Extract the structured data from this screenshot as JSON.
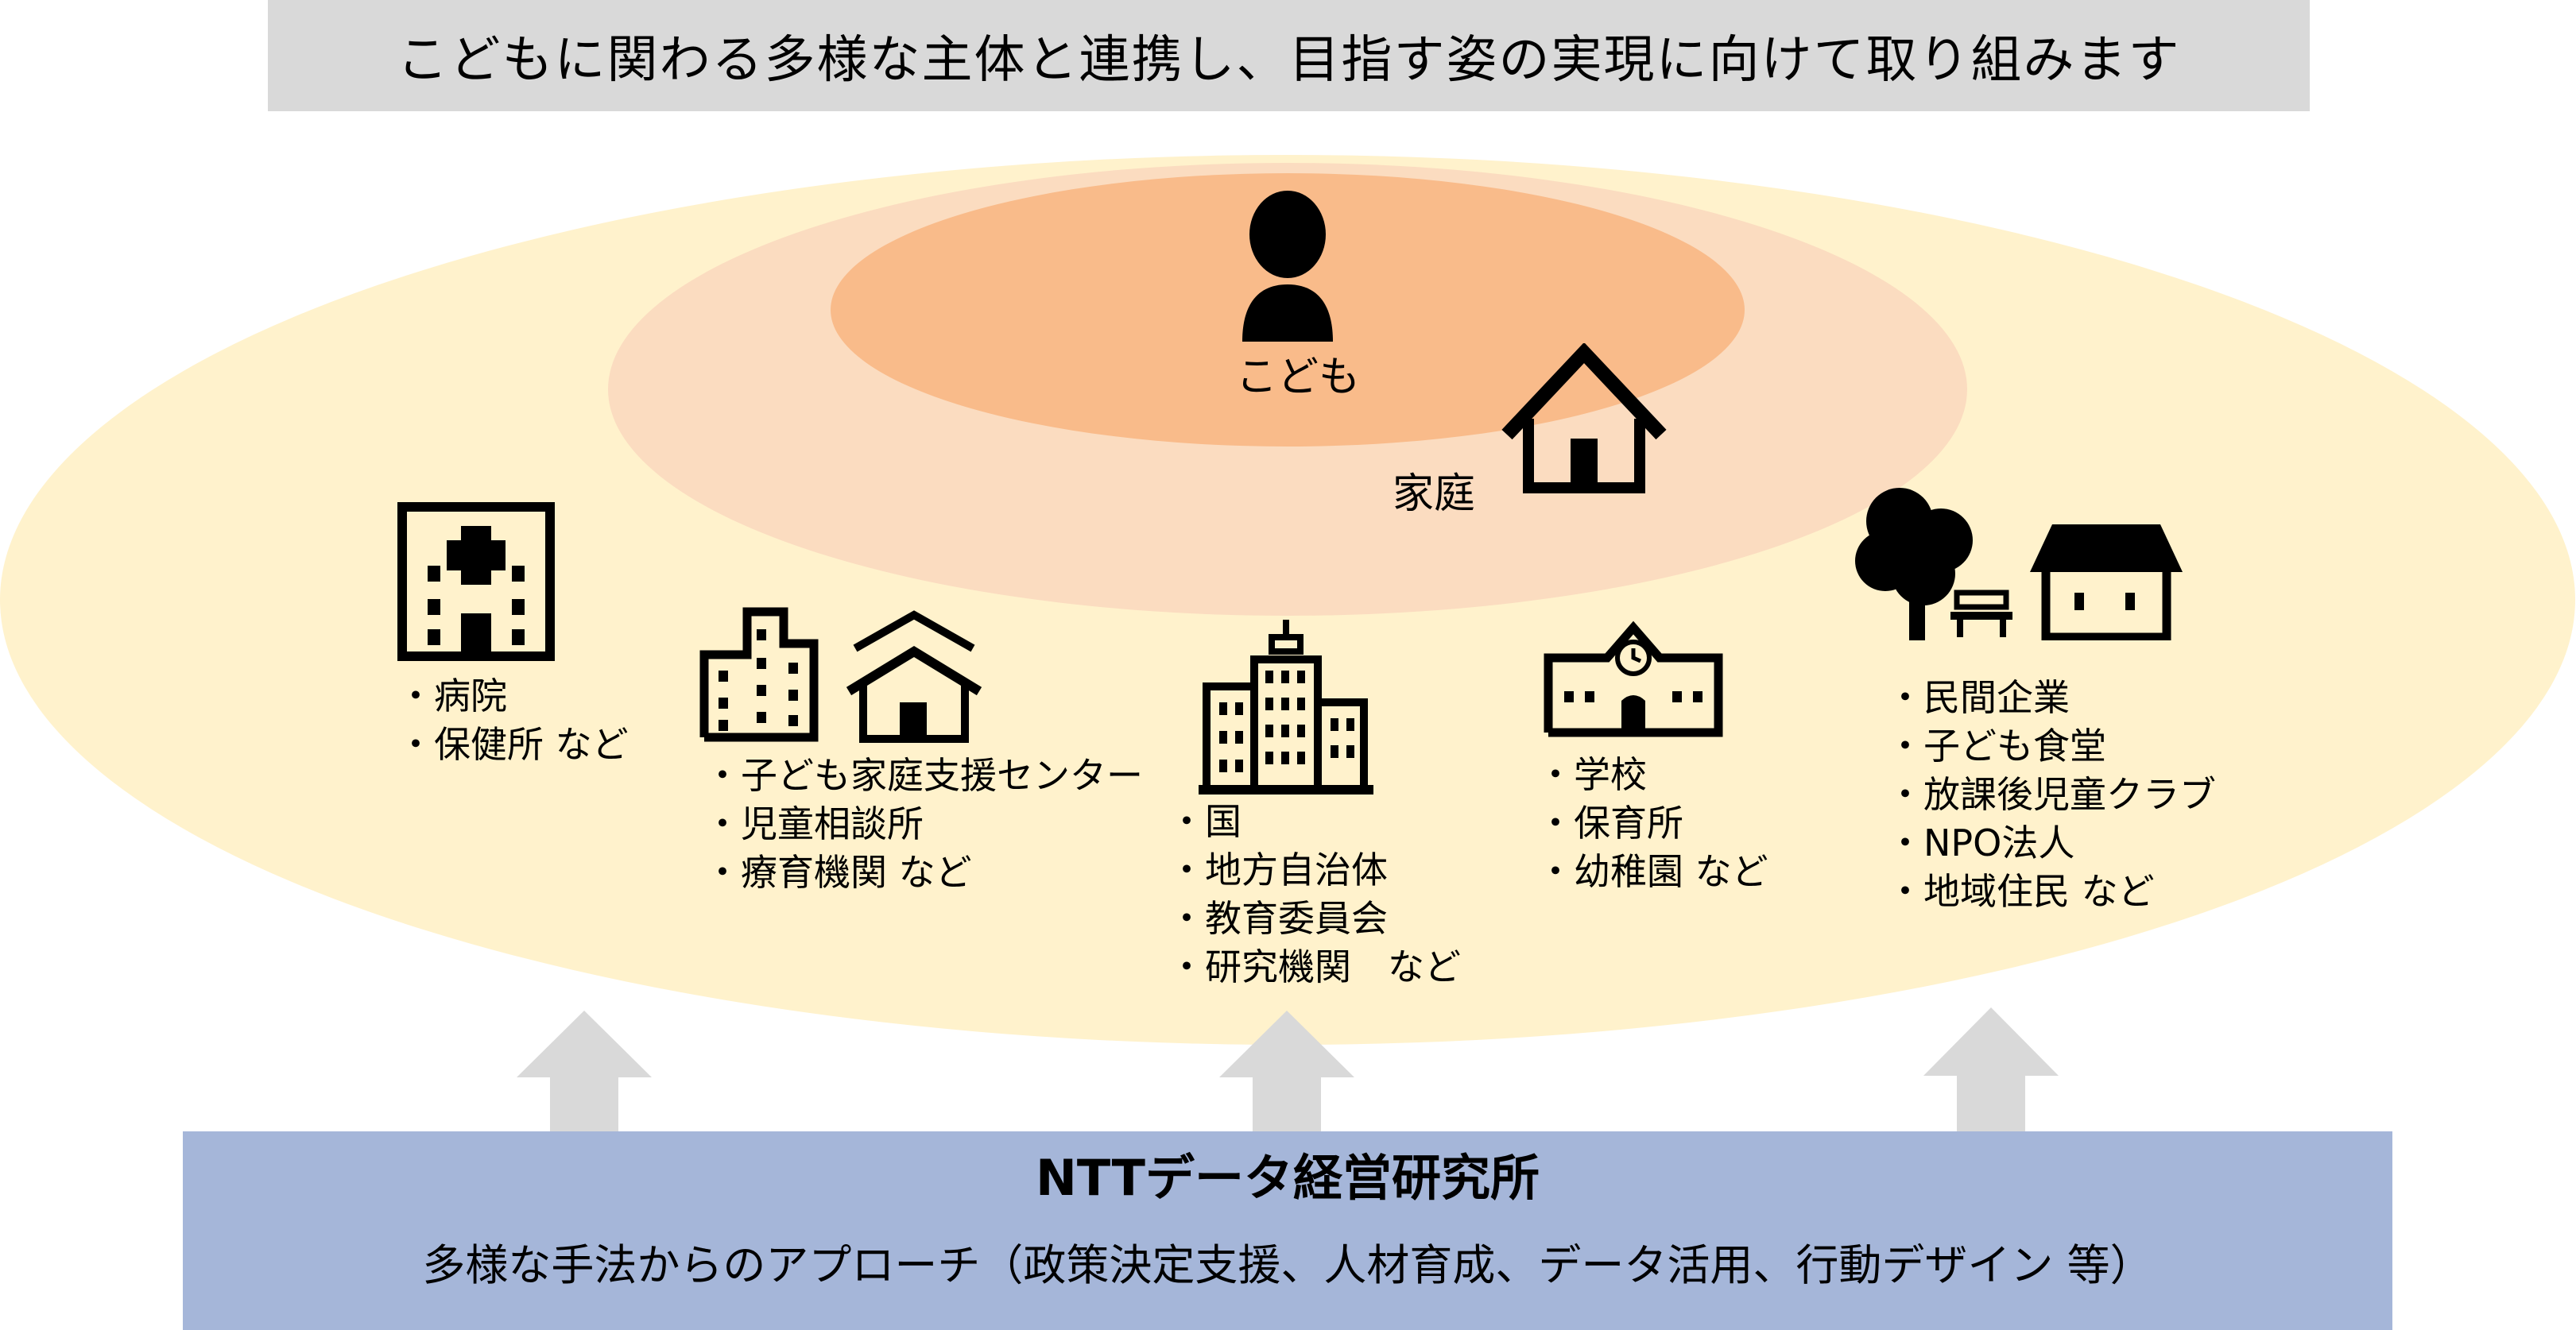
{
  "title": "こどもに関わる多様な主体と連携し、目指す姿の実現に向けて取り組みます",
  "center": {
    "child_label": "こども",
    "family_label": "家庭"
  },
  "groups": [
    {
      "items": [
        "・病院",
        "・保健所 など"
      ]
    },
    {
      "items": [
        "・子ども家庭支援センター",
        "・児童相談所",
        "・療育機関 など"
      ]
    },
    {
      "items": [
        "・国",
        "・地方自治体",
        "・教育委員会",
        "・研究機関　など"
      ]
    },
    {
      "items": [
        "・学校",
        "・保育所",
        "・幼稚園 など"
      ]
    },
    {
      "items": [
        "・民間企業",
        "・子ども食堂",
        "・放課後児童クラブ",
        "・NPO法人",
        "・地域住民 など"
      ]
    }
  ],
  "bottom": {
    "title": "NTTデータ経営研究所",
    "subtitle": "多様な手法からのアプローチ（政策決定支援、人材育成、データ活用、行動デザイン 等）"
  },
  "colors": {
    "outer_ellipse": "#fff2cc",
    "middle_ellipse": "#fbdcc0",
    "inner_ellipse": "#f9bb8a",
    "title_bar": "#d9d9d9",
    "bottom_bar": "#a5b6d9",
    "arrow": "#d9d9d9"
  },
  "icons": [
    "person-icon",
    "house-icon",
    "hospital-icon",
    "office-building-icon",
    "small-house-icon",
    "skyscraper-icon",
    "school-icon",
    "tree-icon",
    "bench-icon",
    "shop-icon"
  ]
}
